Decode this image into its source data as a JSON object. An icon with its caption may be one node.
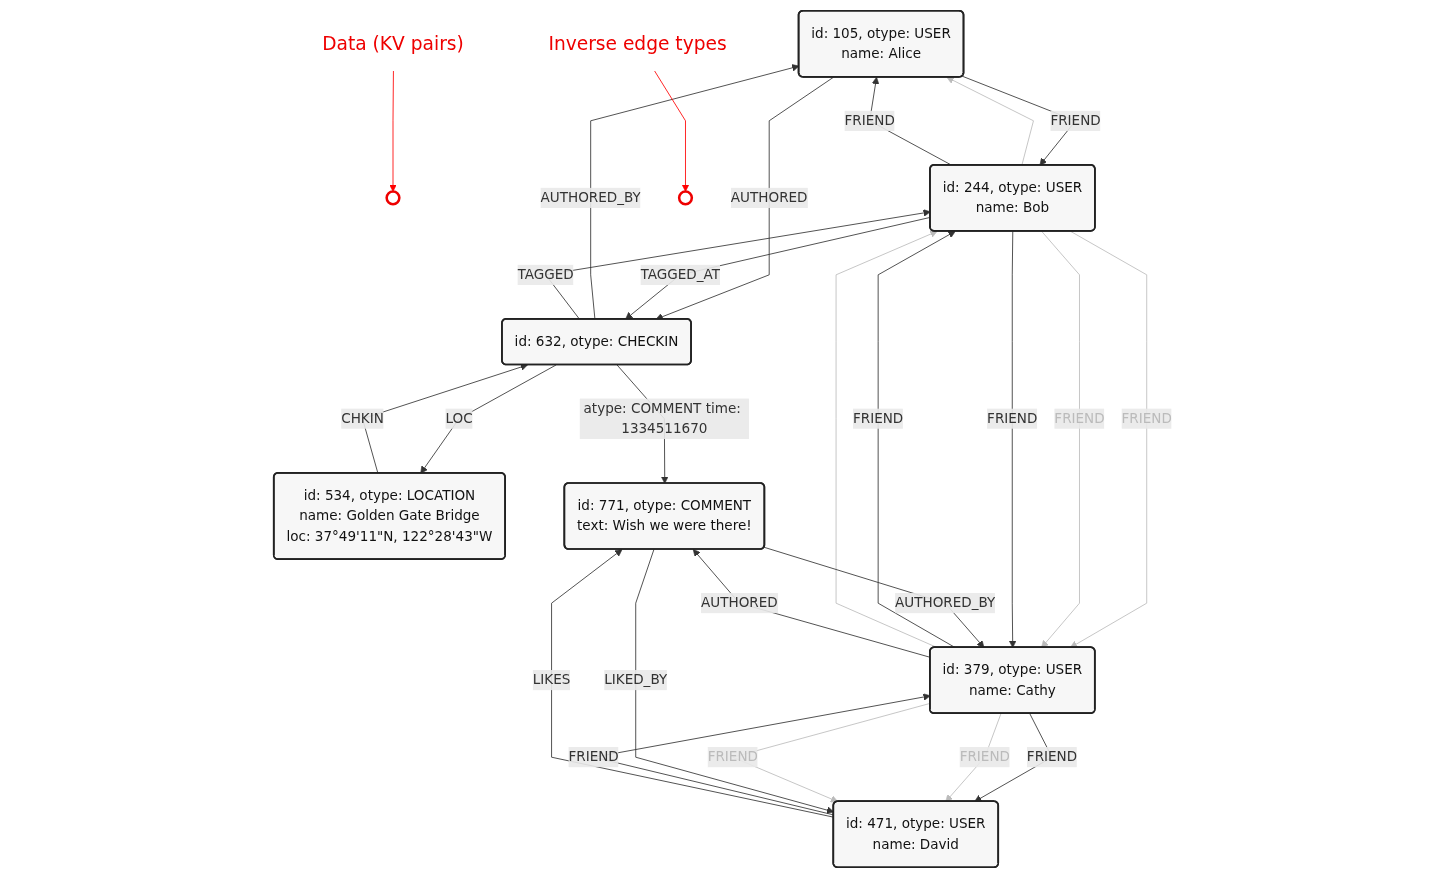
{
  "diagram": {
    "nodes": [
      {
        "text": [
          "id: 105, otype: USER",
          "name: Alice"
        ]
      },
      {
        "text": [
          "id: 534, otype: LOCATION",
          "name: Golden Gate Bridge",
          "loc: 37°49'11\"N, 122°28'43\"W"
        ]
      },
      {
        "text": [],
        "shape": "ellipse"
      },
      {
        "text": [
          "Data (KV pairs)"
        ]
      },
      {
        "text": [
          "id: 244, otype: USER",
          "name: Bob"
        ]
      },
      {
        "text": [
          "id: 632, otype: CHECKIN"
        ]
      },
      {
        "text": [
          "Inverse edge types"
        ]
      },
      {
        "text": [
          "id: 379, otype: USER",
          "name: Cathy"
        ]
      },
      {
        "text": [],
        "shape": "ellipse"
      },
      {
        "text": [
          "id: 771, otype: COMMENT",
          "text: Wish we were there!"
        ]
      },
      {
        "text": [
          "id: 471, otype: USER",
          "name: David"
        ]
      }
    ],
    "edges": [
      {
        "from": 4,
        "to": 0,
        "arrow": "to",
        "color": "#bbbbbb"
      },
      {
        "from": 4,
        "to": 0,
        "label": "FRIEND",
        "arrow": "to"
      },
      {
        "from": 0,
        "to": 4,
        "label": "FRIEND",
        "arrow": "to"
      },
      {
        "from": 5,
        "to": 0,
        "label": "AUTHORED_BY",
        "arrow": "to"
      },
      {
        "from": 0,
        "to": 5,
        "label": "AUTHORED",
        "arrow": "to"
      },
      {
        "from": 3,
        "to": 2,
        "arrow": "to",
        "color": "#ff0000"
      },
      {
        "from": 5,
        "to": 1,
        "label": "LOC",
        "arrow": "to"
      },
      {
        "from": 1,
        "to": 5,
        "label": "CHKIN",
        "arrow": "to"
      },
      {
        "from": 5,
        "to": 4,
        "label": "TAGGED",
        "arrow": "to"
      },
      {
        "from": 4,
        "to": 5,
        "label": "TAGGED_AT",
        "arrow": "to"
      },
      {
        "from": 4,
        "to": 7,
        "label": "FRIEND",
        "arrow": "to",
        "color": "#bbbbbb"
      },
      {
        "from": 4,
        "to": 7,
        "label": "FRIEND",
        "arrow": "to",
        "color": "#bbbbbb"
      },
      {
        "from": 7,
        "to": 4,
        "label": "FRIEND",
        "arrow": "to"
      },
      {
        "from": 4,
        "to": 7,
        "label": "FRIEND",
        "arrow": "to"
      },
      {
        "from": 7,
        "to": 4,
        "arrow": "to",
        "color": "#bbbbbb"
      },
      {
        "from": 5,
        "to": 9,
        "label": "atype: COMMENT time: 1334511670",
        "arrow": "to"
      },
      {
        "from": 6,
        "to": 8,
        "arrow": "to",
        "color": "#ff0000"
      },
      {
        "from": 9,
        "to": 7,
        "label": "AUTHORED_BY",
        "arrow": "to"
      },
      {
        "from": 7,
        "to": 9,
        "label": "AUTHORED",
        "arrow": "to"
      },
      {
        "from": 10,
        "to": 7,
        "label": "FRIEND",
        "arrow": "to"
      },
      {
        "from": 7,
        "to": 10,
        "label": "FRIEND",
        "arrow": "to"
      },
      {
        "from": 7,
        "to": 10,
        "label": "FRIEND",
        "arrow": "to",
        "color": "#bbbbbb"
      },
      {
        "from": 7,
        "to": 10,
        "label": "FRIEND",
        "arrow": "to",
        "color": "#bbbbbb"
      },
      {
        "from": 9,
        "to": 10,
        "label": "LIKED_BY",
        "arrow": "to"
      },
      {
        "from": 10,
        "to": 9,
        "label": "LIKES",
        "arrow": "to"
      }
    ]
  }
}
